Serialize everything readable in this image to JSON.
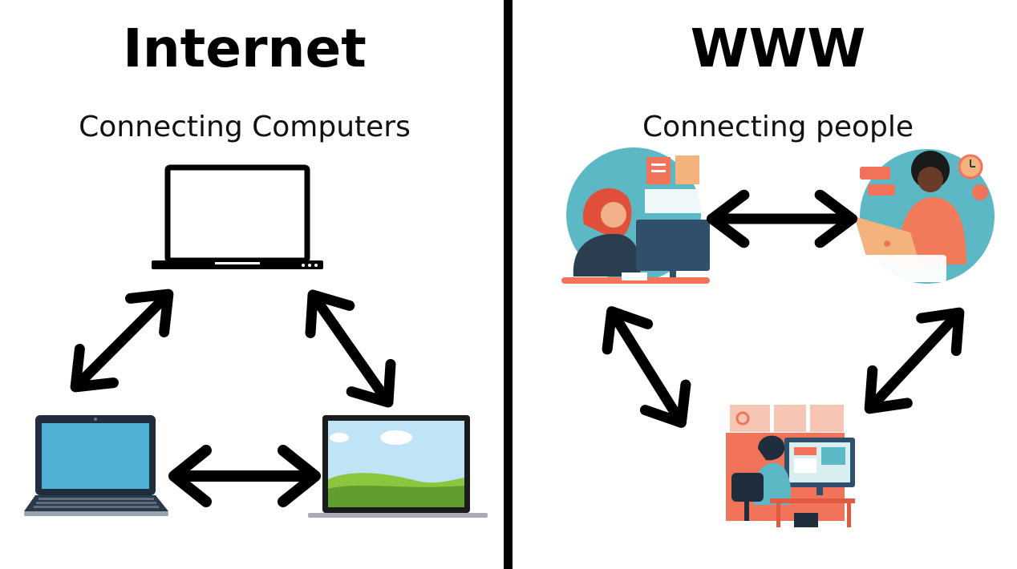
{
  "left": {
    "title": "Internet",
    "subtitle": "Connecting Computers"
  },
  "right": {
    "title": "WWW",
    "subtitle": "Connecting people"
  },
  "icons": [
    "laptop-outline-icon",
    "laptop-blue-screen-icon",
    "laptop-landscape-icon",
    "person-phone-desk-illustration",
    "person-laptop-call-illustration",
    "person-computer-desk-illustration",
    "double-arrow-icon"
  ],
  "colors": {
    "teal": "#5cb8c4",
    "coral": "#f0735a",
    "screen_blue": "#4fb0d6",
    "grass_green": "#6db33f",
    "sky": "#bfe4f5",
    "arrow": "#000000"
  }
}
